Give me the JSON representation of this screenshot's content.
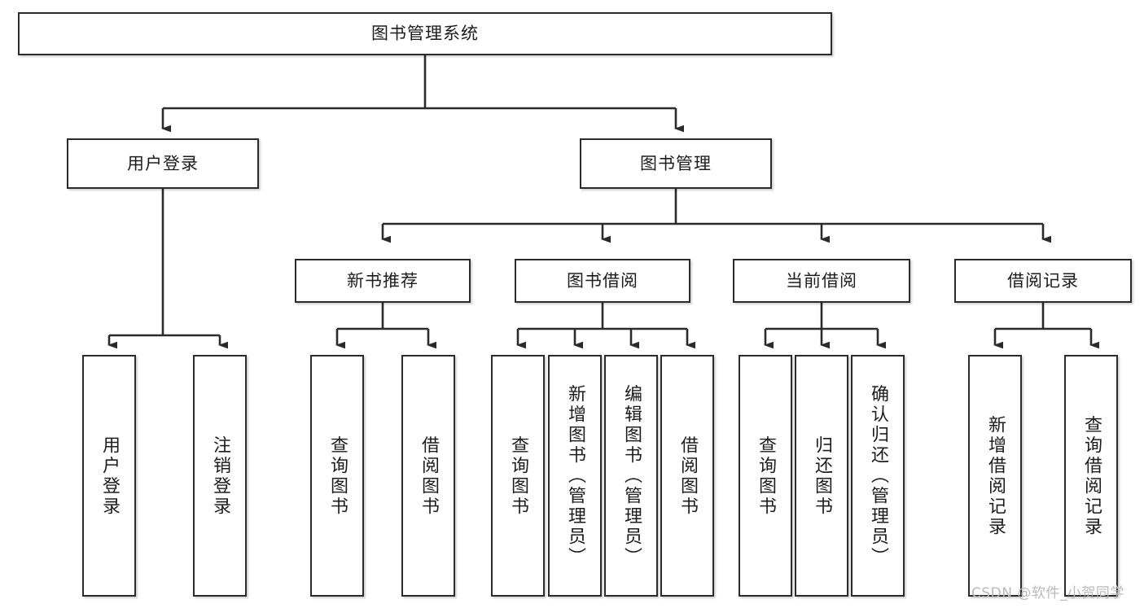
{
  "diagram": {
    "title": "图书管理系统",
    "type": "hierarchy-tree",
    "watermark": "CSDN @软件_小贺同学",
    "colors": {
      "box_border": "#2b2b2b",
      "box_fill": "#ffffff",
      "line": "#2b2b2b",
      "text": "#1c1c1c",
      "watermark": "#b9b9b9",
      "background": "#ffffff"
    },
    "nodes": {
      "root": {
        "label": "图书管理系统"
      },
      "level1": [
        {
          "id": "user-login",
          "label": "用户登录"
        },
        {
          "id": "book-manage",
          "label": "图书管理"
        }
      ],
      "level2": [
        {
          "id": "new-book-rec",
          "label": "新书推荐"
        },
        {
          "id": "book-borrow",
          "label": "图书借阅"
        },
        {
          "id": "current-borrow",
          "label": "当前借阅"
        },
        {
          "id": "borrow-record",
          "label": "借阅记录"
        }
      ],
      "leaves": {
        "user_login": [
          {
            "id": "leaf-user-login",
            "label": "用户登录"
          },
          {
            "id": "leaf-logout",
            "label": "注销登录"
          }
        ],
        "new_book_rec": [
          {
            "id": "leaf-query-book-1",
            "label": "查询图书"
          },
          {
            "id": "leaf-borrow-book-1",
            "label": "借阅图书"
          }
        ],
        "book_borrow": [
          {
            "id": "leaf-query-book-2",
            "label": "查询图书"
          },
          {
            "id": "leaf-add-book",
            "label": "新增图书（管理员）"
          },
          {
            "id": "leaf-edit-book",
            "label": "编辑图书（管理员）"
          },
          {
            "id": "leaf-borrow-book-2",
            "label": "借阅图书"
          }
        ],
        "current_borrow": [
          {
            "id": "leaf-query-book-3",
            "label": "查询图书"
          },
          {
            "id": "leaf-return-book",
            "label": "归还图书"
          },
          {
            "id": "leaf-confirm-return",
            "label": "确认归还（管理员）"
          }
        ],
        "borrow_record": [
          {
            "id": "leaf-add-record",
            "label": "新增借阅记录"
          },
          {
            "id": "leaf-query-record",
            "label": "查询借阅记录"
          }
        ]
      }
    }
  }
}
